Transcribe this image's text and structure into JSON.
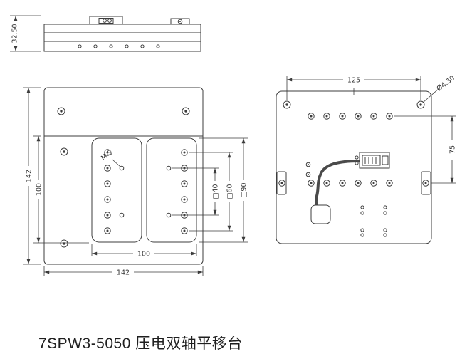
{
  "caption": "7SPW3-5050 压电双轴平移台",
  "views": {
    "side": {
      "dims": {
        "height": "32.50"
      }
    },
    "front": {
      "dims": {
        "total_height": "142",
        "inner_height": "100",
        "inner_width": "100",
        "total_width": "142",
        "sq40": "□40",
        "sq60": "□60",
        "sq90": "□90"
      },
      "labels": {
        "thread": "M-3"
      }
    },
    "back": {
      "dims": {
        "width": "125",
        "height": "75"
      },
      "labels": {
        "hole_dia": "Ø4.30"
      }
    }
  }
}
